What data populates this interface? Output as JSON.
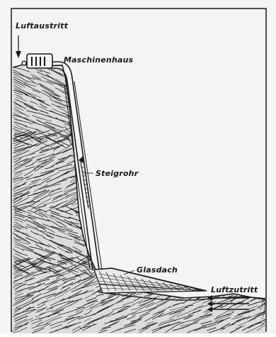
{
  "labels": {
    "air_outlet": "Luftaustritt",
    "machine_house": "Maschinenhaus",
    "riser_pipe": "Steigrohr",
    "glass_roof": "Glasdach",
    "air_inlet": "Luftzutritt"
  },
  "colors": {
    "ink": "#1a1a1a",
    "paper": "#f4f4f2"
  }
}
